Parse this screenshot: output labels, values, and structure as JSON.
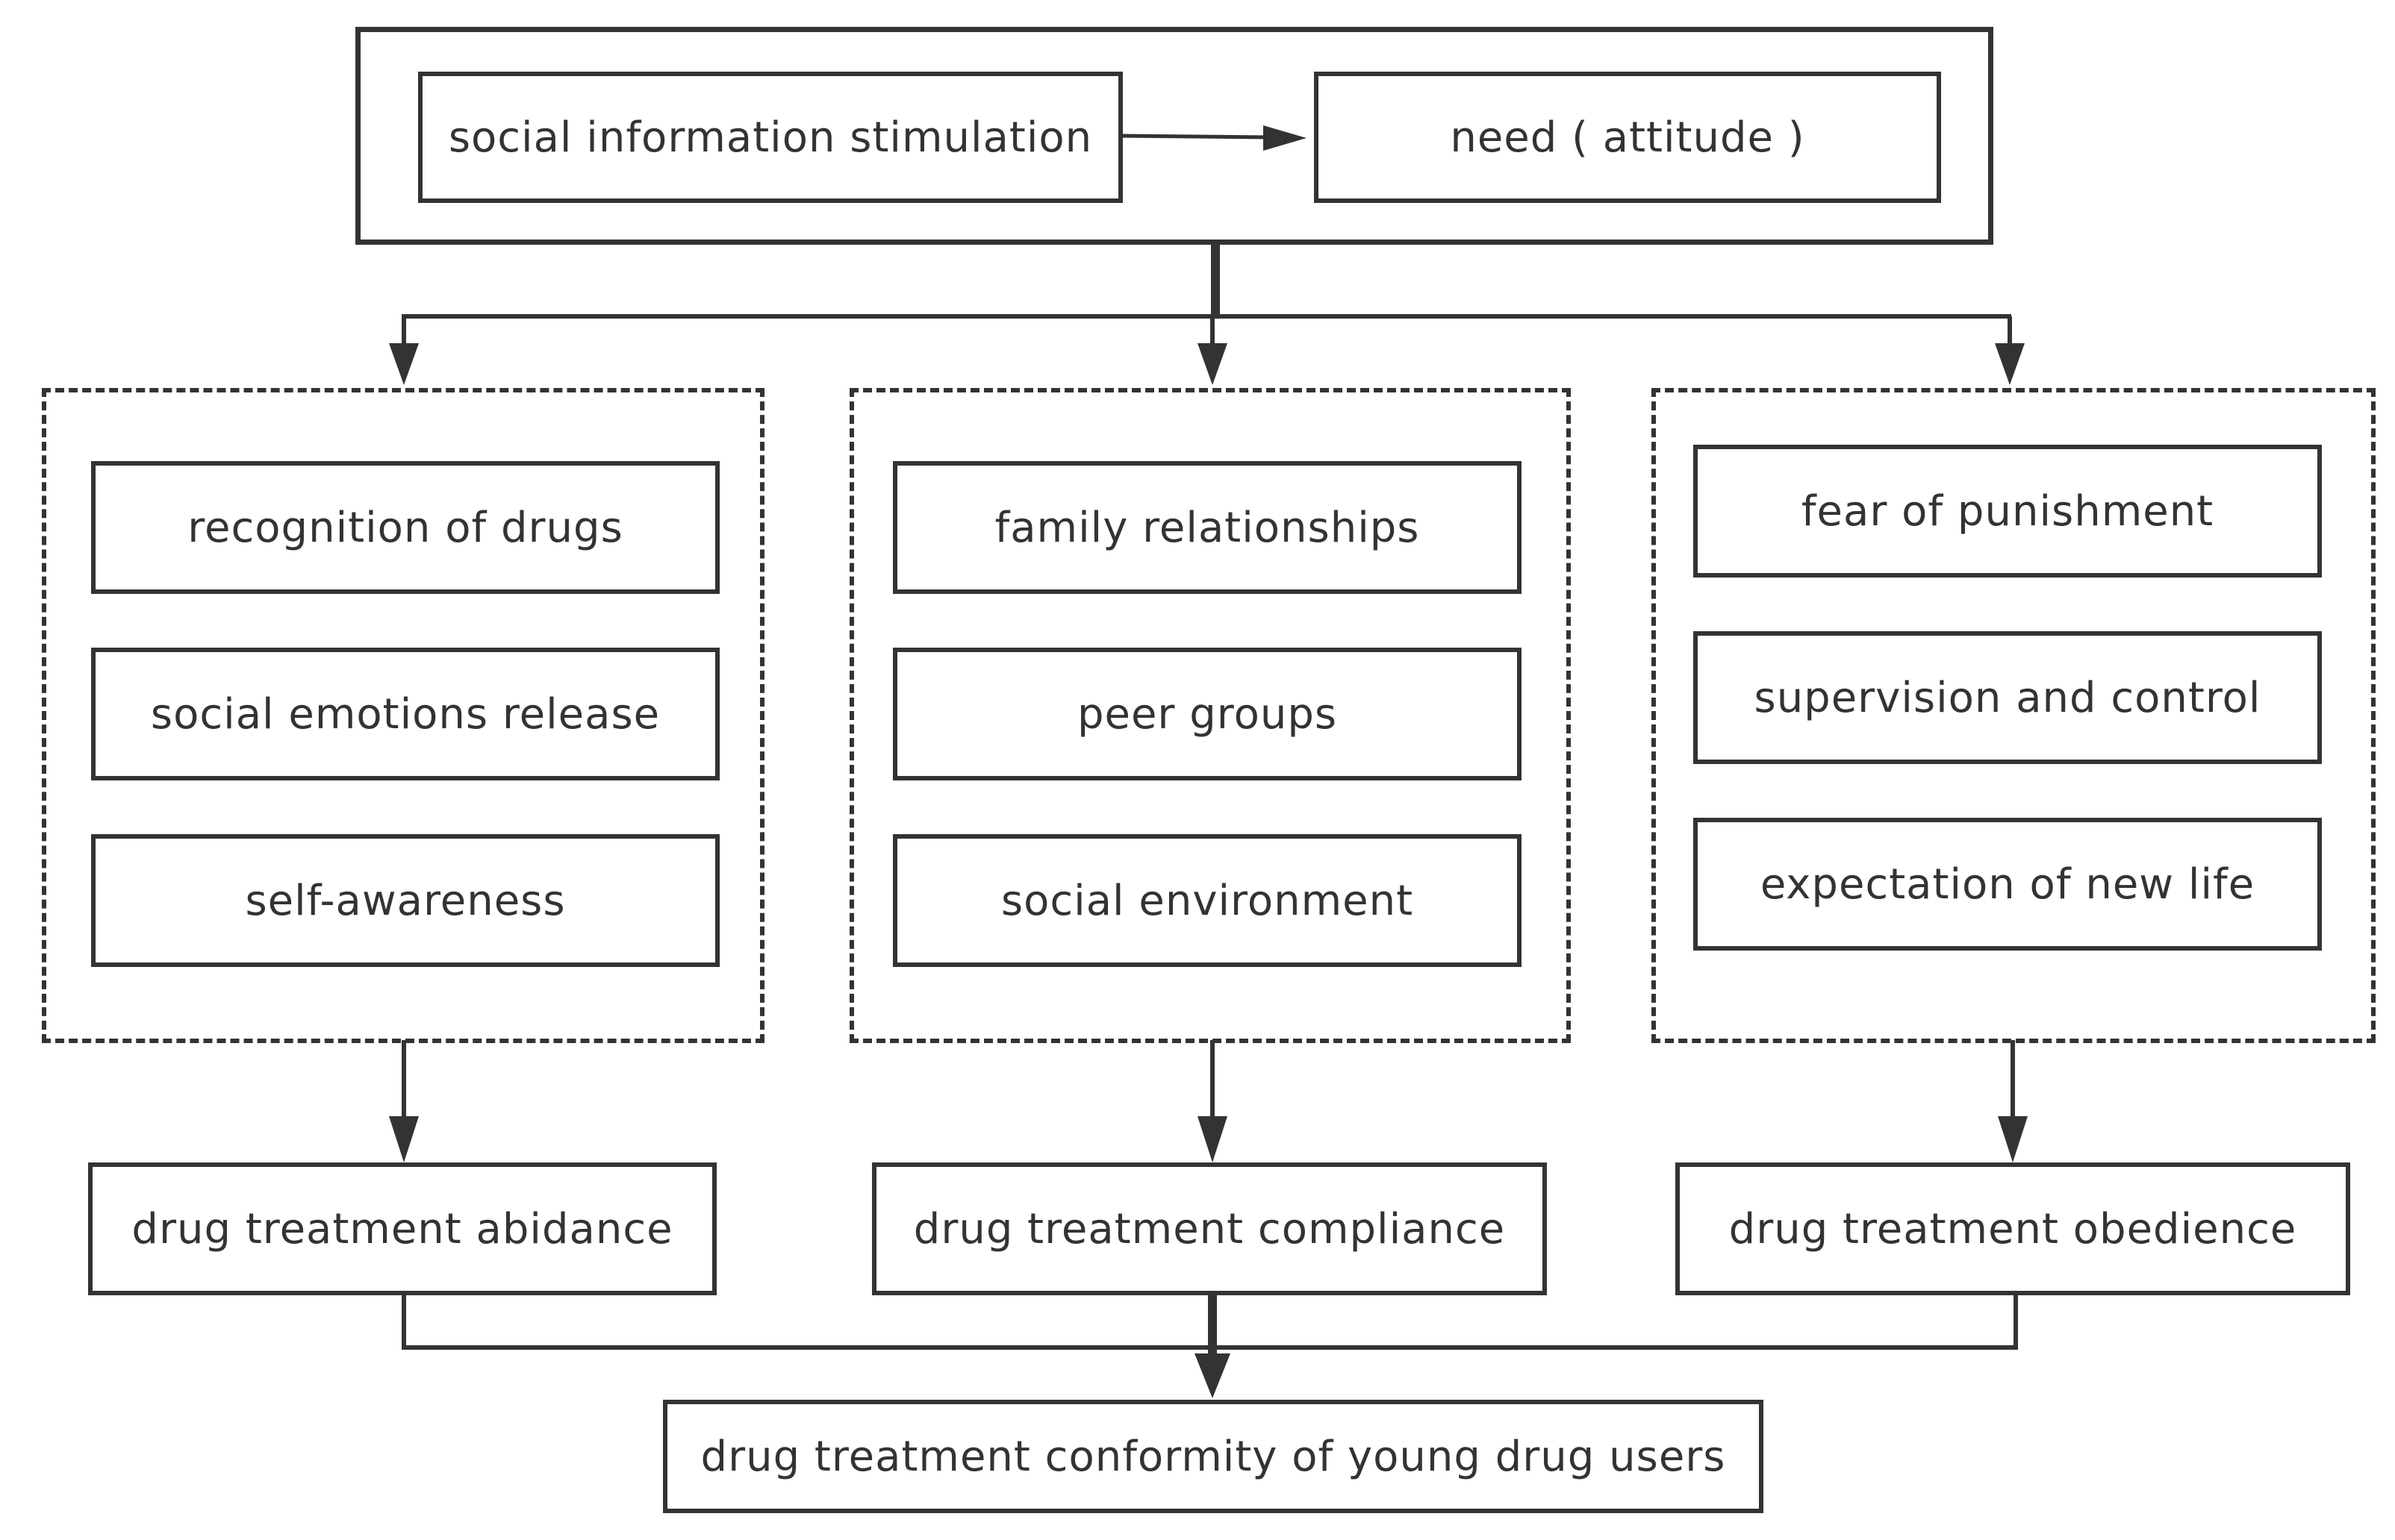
{
  "diagram": {
    "top": {
      "stimulation": "social information stimulation",
      "need": "need ( attitude )"
    },
    "groups": [
      {
        "items": [
          "recognition of drugs",
          "social emotions release",
          "self-awareness"
        ],
        "outcome": "drug treatment abidance"
      },
      {
        "items": [
          "family relationships",
          "peer groups",
          "social environment"
        ],
        "outcome": "drug treatment compliance"
      },
      {
        "items": [
          "fear of punishment",
          "supervision and control",
          "expectation of new life"
        ],
        "outcome": "drug treatment obedience"
      }
    ],
    "result": "drug treatment conformity of young drug users"
  }
}
